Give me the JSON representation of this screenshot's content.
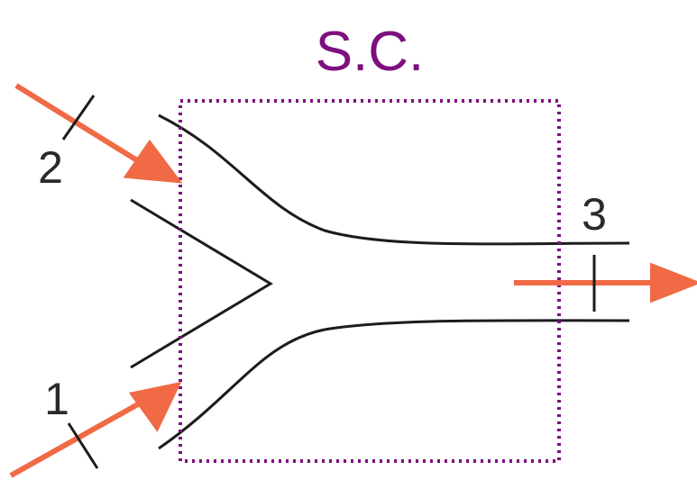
{
  "title": "S.C.",
  "ports": [
    {
      "label": "2"
    },
    {
      "label": "1"
    },
    {
      "label": "3"
    }
  ],
  "colors": {
    "title": "#7d0f7f",
    "control_surface": "#7d0f7f",
    "pipe": "#1c1c1c",
    "flow_arrow": "#ef6a45",
    "port_label": "#2a2a2a",
    "section_mark": "#1c1c1c"
  }
}
